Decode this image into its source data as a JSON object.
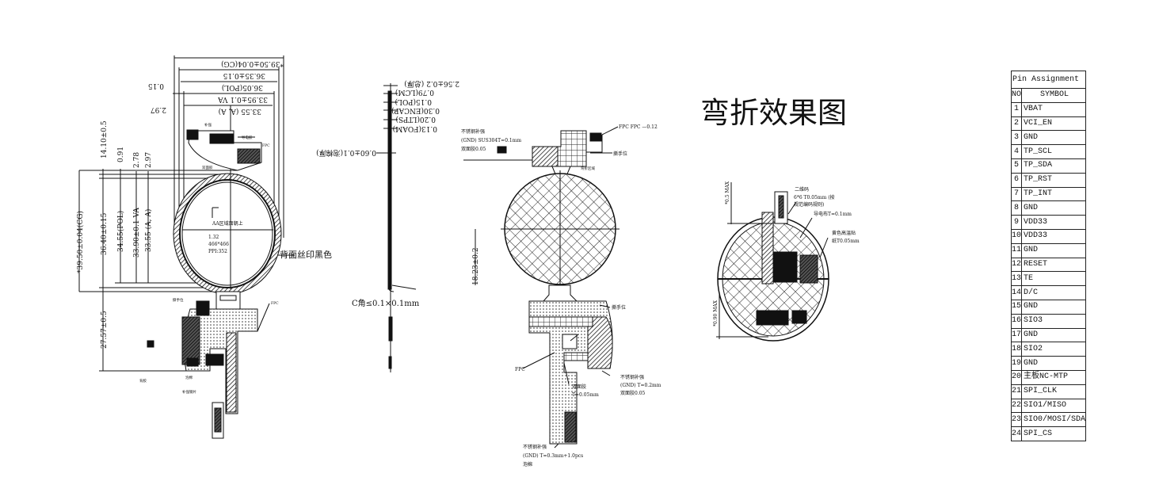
{
  "title": "弯折效果图",
  "front_view": {
    "top_dims": [
      "*39.50±0.04(CG)",
      "36.35±0.15",
      "36.05(POL)",
      "33.95±0.1 VA",
      "33.55 (A, A)"
    ],
    "top_side_dims": [
      "0.15",
      "2.97"
    ],
    "left_dims": [
      "14.10±0.5",
      "0.91",
      "2.78",
      "2.97",
      "*39.50±0.04(CG)",
      "36.40±0.15",
      "34.55(POL)",
      "33.90±0.1 VA",
      "33.55 (A, A)",
      "27.57±0.5"
    ],
    "center_labels": [
      "AA区域面朝上",
      "1.32",
      "466*466",
      "PPI:352"
    ],
    "back_print_label": "背面丝印黑色",
    "small_labels": [
      "补强",
      "导电胶",
      "FPC",
      "双面胶",
      "撕手位",
      "FPC",
      "背胶",
      "泡棉",
      "补强钢片"
    ]
  },
  "side_view": {
    "dims": [
      "2.56±0.2 (总厚)",
      "0.79(LCM)",
      "0.15(POL)",
      "0.30(ENCAP)",
      "0.20(LTPS)",
      "0.13(FOAM)"
    ],
    "foam_dim": "0.60±0.1(泡棉厚)",
    "corner_label": "C角≤0.1×0.1mm"
  },
  "bend_view": {
    "stiffener_top": [
      "不锈钢补强",
      "(GND) SUS304T=0.1mm",
      "双面胶0.05"
    ],
    "fpc_label": "FPC FPC —0.12",
    "tear_label": "撕手位",
    "bend_label": "弯折区域",
    "height_dim": "18.23±0.2",
    "tear_label_2": "撕手位",
    "fpc_label_2": "FPC",
    "tape_label": [
      "双面胶",
      "T=0.05mm"
    ],
    "stiffener_right": [
      "不锈钢补强",
      "(GND) T=0.2mm",
      "双面胶0.05"
    ],
    "stiffener_bottom": [
      "不锈钢补强",
      "(GND) T=0.3mm+1.0pcs",
      "泡棉"
    ]
  },
  "bent_view": {
    "top_dim": "*0.5 MAX",
    "qr_label": [
      "二维码",
      "6*6 T0.05mm (按",
      "规范编码规则)"
    ],
    "cloth_label": "导电布T=0.1mm",
    "tape_label": [
      "黄色高温贴",
      "纸T0.05mm"
    ],
    "side_dim": "*0.90 MAX"
  },
  "pin_table": {
    "title": "Pin Assignment",
    "headers": [
      "NO",
      "SYMBOL"
    ],
    "rows": [
      [
        "1",
        "VBAT"
      ],
      [
        "2",
        "VCI_EN"
      ],
      [
        "3",
        "GND"
      ],
      [
        "4",
        "TP_SCL"
      ],
      [
        "5",
        "TP_SDA"
      ],
      [
        "6",
        "TP_RST"
      ],
      [
        "7",
        "TP_INT"
      ],
      [
        "8",
        "GND"
      ],
      [
        "9",
        "VDD33"
      ],
      [
        "10",
        "VDD33"
      ],
      [
        "11",
        "GND"
      ],
      [
        "12",
        "RESET"
      ],
      [
        "13",
        "TE"
      ],
      [
        "14",
        "D/C"
      ],
      [
        "15",
        "GND"
      ],
      [
        "16",
        "SIO3"
      ],
      [
        "17",
        "GND"
      ],
      [
        "18",
        "SIO2"
      ],
      [
        "19",
        "GND"
      ],
      [
        "20",
        "主板NC-MTP"
      ],
      [
        "21",
        "SPI_CLK"
      ],
      [
        "22",
        "SIO1/MISO"
      ],
      [
        "23",
        "SIO0/MOSI/SDA"
      ],
      [
        "24",
        "SPI_CS"
      ]
    ]
  }
}
